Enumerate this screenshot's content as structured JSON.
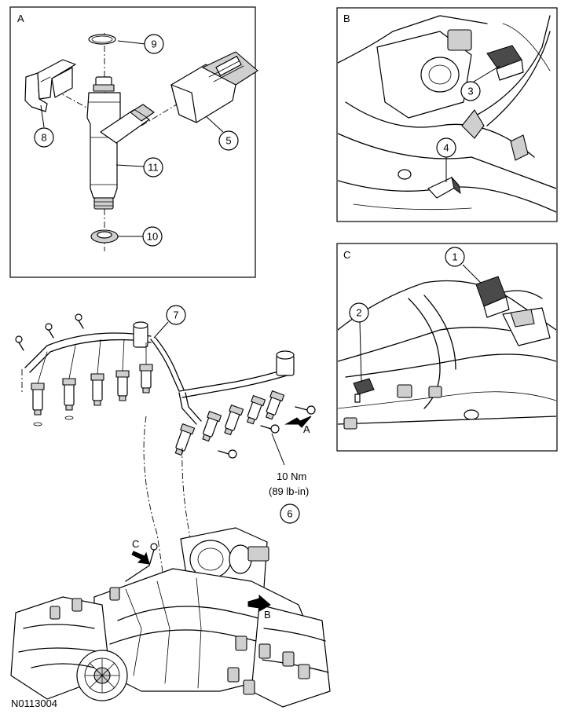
{
  "figure_id": "N0113004",
  "panels": {
    "a": "A",
    "b": "B",
    "c": "C"
  },
  "callouts": {
    "c1": "1",
    "c2": "2",
    "c3": "3",
    "c4": "4",
    "c5": "5",
    "c6": "6",
    "c7": "7",
    "c8": "8",
    "c9": "9",
    "c10": "10",
    "c11": "11"
  },
  "view_arrows": {
    "a": "A",
    "b": "B",
    "c": "C"
  },
  "torque": {
    "metric": "10 Nm",
    "imperial": "(89 lb-in)"
  }
}
